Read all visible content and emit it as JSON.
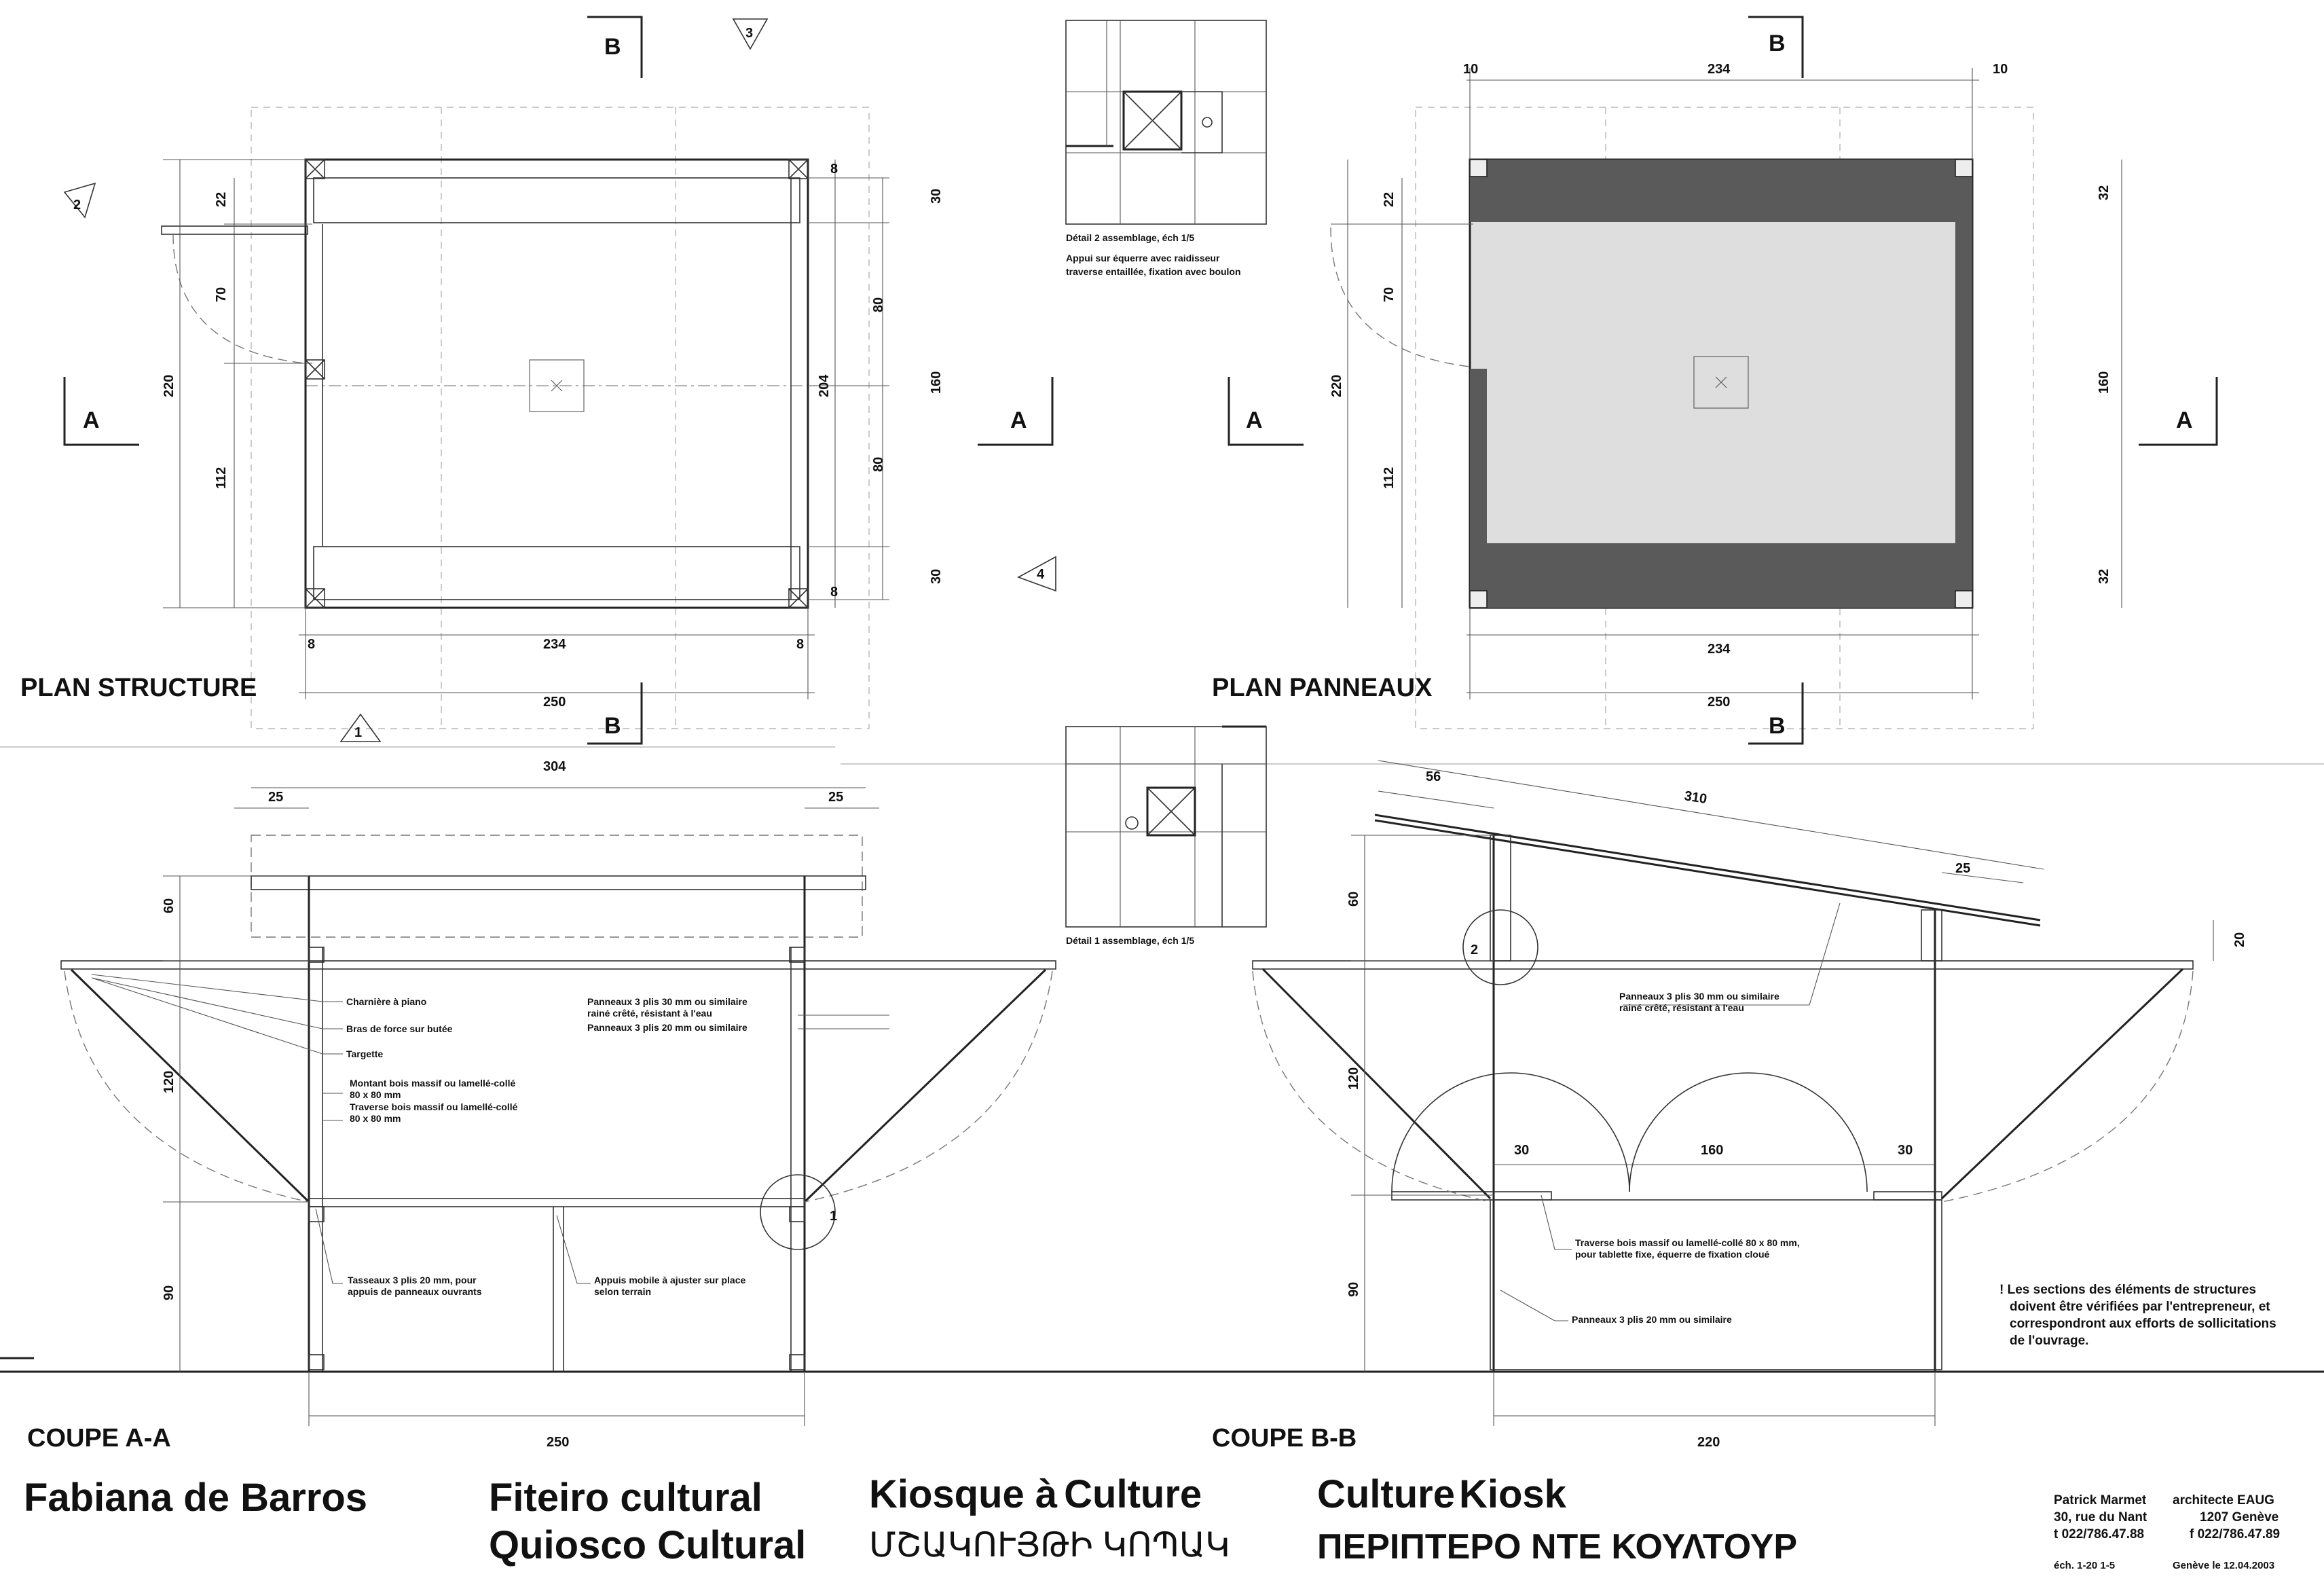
{
  "titles": {
    "plan_structure": "PLAN STRUCTURE",
    "plan_panneaux": "PLAN PANNEAUX",
    "coupe_aa": "COUPE A-A",
    "coupe_bb": "COUPE B-B"
  },
  "project": {
    "artist": "Fabiana de Barros",
    "name_pt": "Fiteiro cultural",
    "name_es": "Quiosco Cultural",
    "name_fr_a": "Kiosque à",
    "name_fr_b": "Culture",
    "name_hy": "ՄՇԱԿՈՒՅԹԻ ԿՈՊԱԿ",
    "name_en_a": "Culture",
    "name_en_b": "Kiosk",
    "name_el": "ΠΕΡΙΠΤΕΡΟ ΝΤΕ ΚΟΥΛΤΟΥΡ"
  },
  "architect": {
    "name": "Patrick Marmet",
    "title": "architecte EAUG",
    "street": "30, rue du Nant",
    "city": "1207 Genève",
    "tel": "t 022/786.47.88",
    "fax": "f 022/786.47.89",
    "scale": "éch. 1-20 1-5",
    "date": "Genève le 12.04.2003"
  },
  "section_markers": {
    "a": "A",
    "b": "B",
    "n1": "1",
    "n2": "2",
    "n3": "3",
    "n4": "4"
  },
  "details": {
    "detail2_title": "Détail 2 assemblage, éch 1/5",
    "detail2_note1": "Appui sur équerre avec raidisseur",
    "detail2_note2": "traverse entaillée, fixation avec boulon",
    "detail1_title": "Détail 1 assemblage, éch 1/5"
  },
  "notes": {
    "charniere": "Charnière à piano",
    "bras": "Bras de force sur butée",
    "targette": "Targette",
    "montant1": "Montant bois massif ou lamellé-collé",
    "montant2": "80 x 80 mm",
    "traverse1": "Traverse bois massif ou lamellé-collé",
    "traverse2": "80 x 80 mm",
    "panneaux30a": "Panneaux 3 plis 30 mm ou similaire",
    "panneaux30b": "rainé crêté, résistant à l'eau",
    "panneaux20": "Panneaux 3 plis 20 mm ou similaire",
    "tasseaux1": "Tasseaux 3 plis 20 mm, pour",
    "tasseaux2": "appuis de panneaux ouvrants",
    "appuis1": "Appuis mobile à ajuster sur place",
    "appuis2": "selon terrain",
    "bb_panneaux30a": "Panneaux 3 plis 30 mm ou similaire",
    "bb_panneaux30b": "rainé crêté, résistant à l'eau",
    "bb_traverse1": "Traverse bois massif ou lamellé-collé 80 x 80 mm,",
    "bb_traverse2": "pour tablette fixe, équerre de fixation cloué",
    "bb_panneaux20": "Panneaux 3 plis 20 mm ou similaire",
    "warn1": "! Les sections des éléments de structures",
    "warn2": "doivent être vérifiées par l'entrepreneur, et",
    "warn3": "correspondront aux efforts de sollicitations",
    "warn4": "de l'ouvrage."
  },
  "dims": {
    "ps_8a": "8",
    "ps_234": "234",
    "ps_8b": "8",
    "ps_250": "250",
    "ps_22": "22",
    "ps_70": "70",
    "ps_220": "220",
    "ps_112": "112",
    "ps_30a": "30",
    "ps_80a": "80",
    "ps_204": "204",
    "ps_160": "160",
    "ps_80b": "80",
    "ps_30b": "30",
    "ps_8c": "8",
    "ps_8d": "8",
    "pp_10a": "10",
    "pp_234": "234",
    "pp_10b": "10",
    "pp_22": "22",
    "pp_70": "70",
    "pp_220": "220",
    "pp_112": "112",
    "pp_32a": "32",
    "pp_160": "160",
    "pp_32b": "32",
    "pp_234b": "234",
    "pp_250": "250",
    "aa_304": "304",
    "aa_25a": "25",
    "aa_25b": "25",
    "aa_60": "60",
    "aa_120": "120",
    "aa_90": "90",
    "aa_250": "250",
    "bb_56": "56",
    "bb_310": "310",
    "bb_25": "25",
    "bb_20": "20",
    "bb_60": "60",
    "bb_120": "120",
    "bb_90": "90",
    "bb_30a": "30",
    "bb_160": "160",
    "bb_30b": "30",
    "bb_220": "220"
  },
  "colors": {
    "panel_dark": "#5a5a5a",
    "panel_light": "#dedede",
    "line": "#222222"
  }
}
